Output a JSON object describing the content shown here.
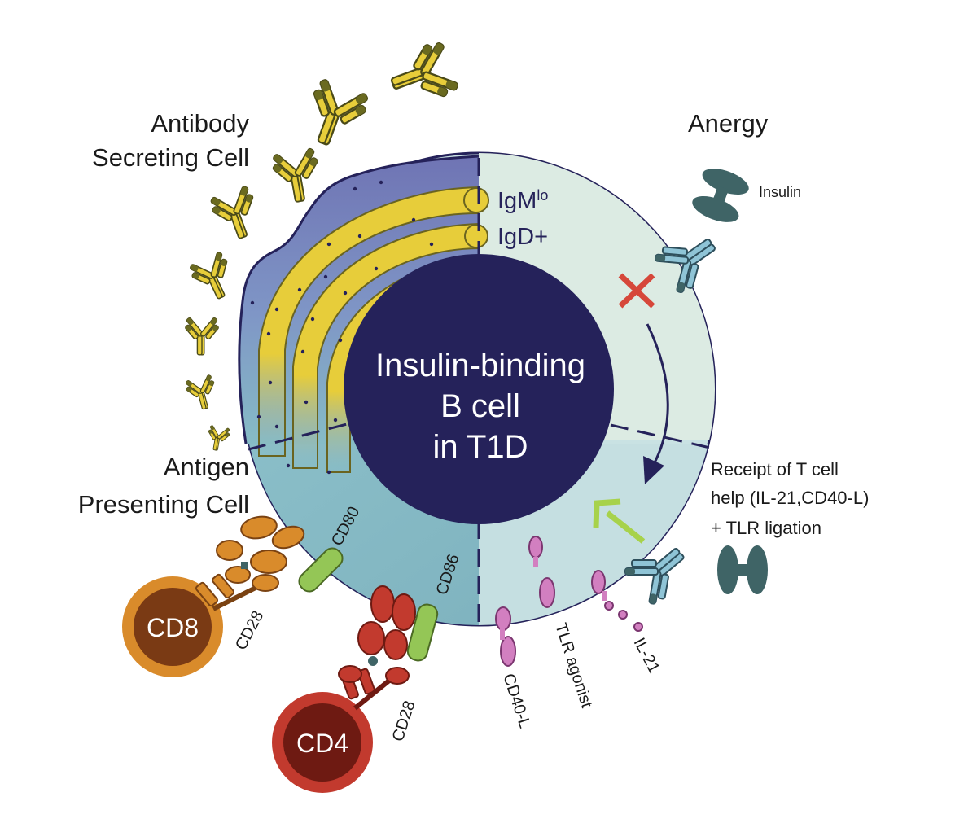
{
  "labels": {
    "center": [
      "Insulin-binding",
      "B cell",
      "in T1D"
    ],
    "asc": [
      "Antibody",
      "Secreting Cell"
    ],
    "anergy": "Anergy",
    "apc": [
      "Antigen",
      "Presenting Cell"
    ],
    "help": [
      "Receipt of T cell",
      "help (IL-21,CD40-L)",
      "+ TLR ligation"
    ],
    "igm": "IgM",
    "igm_sup": "lo",
    "igd": "IgD+",
    "insulin": "Insulin",
    "cd80": "CD80",
    "cd86": "CD86",
    "cd28_a": "CD28",
    "cd28_b": "CD28",
    "cd8": "CD8",
    "cd4": "CD4",
    "cd40l": "CD40-L",
    "tlr": "TLR agonist",
    "il21": "IL-21"
  },
  "colors": {
    "nucleus": "#25225a",
    "asc_region": "#7b86bf",
    "anergy_region": "#dcebe3",
    "apc_region": "#86bcc6",
    "help_region": "#c9e2e3",
    "er": "#e7cd3a",
    "antibody_yellow": "#e7cd3a",
    "antibody_dark": "#6a6a20",
    "bcr": "#8fc4d6",
    "insulin": "#3f6466",
    "block_x": "#d6473a",
    "arrow_green": "#a7d24b",
    "cd8": "#d98b2b",
    "cd4": "#c23a2e",
    "costim": "#94c656",
    "cytokine": "#d27fc0"
  }
}
